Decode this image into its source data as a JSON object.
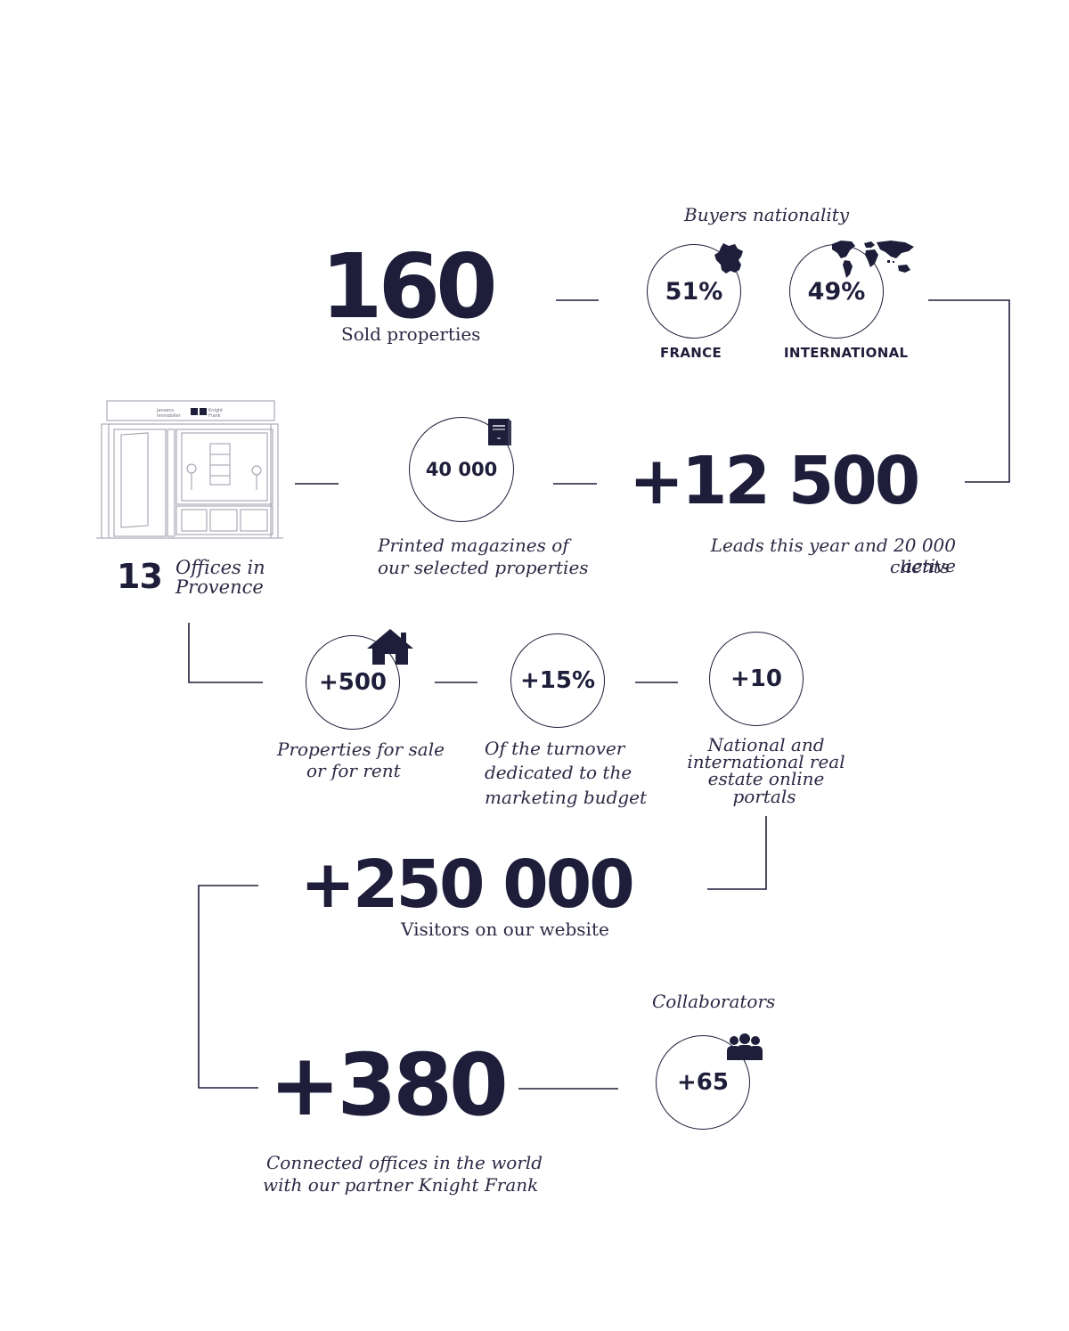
{
  "colors": {
    "ink": "#1e1d3a",
    "background": "#ffffff"
  },
  "sold": {
    "value": "160",
    "label": "Sold properties"
  },
  "buyers": {
    "title": "Buyers nationality",
    "france": {
      "value": "51%",
      "label": "FRANCE",
      "icon": "france-map-icon"
    },
    "international": {
      "value": "49%",
      "label": "INTERNATIONAL",
      "icon": "world-map-icon"
    }
  },
  "offices": {
    "value": "13",
    "label_line1": "Offices in",
    "label_line2": "Provence",
    "storefront_sign_left": "Jansens immobilier",
    "storefront_sign_right": "Knight Frank"
  },
  "magazines": {
    "value": "40 000",
    "label_line1": "Printed magazines of",
    "label_line2": "our selected properties",
    "icon": "magazine-icon"
  },
  "leads": {
    "value": "+12 500",
    "label_line1": "Leads this year and 20 000 active",
    "label_line2": "clients"
  },
  "properties": {
    "value": "+500",
    "label_line1": "Properties for sale",
    "label_line2": "or for rent",
    "icon": "house-icon"
  },
  "turnover": {
    "value": "+15%",
    "label_line1": "Of the turnover",
    "label_line2": "dedicated to the",
    "label_line3": "marketing budget"
  },
  "portals": {
    "value": "+10",
    "label_line1": "National and",
    "label_line2": "international real",
    "label_line3": "estate online",
    "label_line4": "portals"
  },
  "visitors": {
    "value": "+250 000",
    "label": "Visitors on our website"
  },
  "collaborators": {
    "title": "Collaborators",
    "value": "+65",
    "icon": "people-icon"
  },
  "connected": {
    "value": "+380",
    "label_line1": "Connected offices in the world",
    "label_line2": "with our partner Knight Frank"
  }
}
